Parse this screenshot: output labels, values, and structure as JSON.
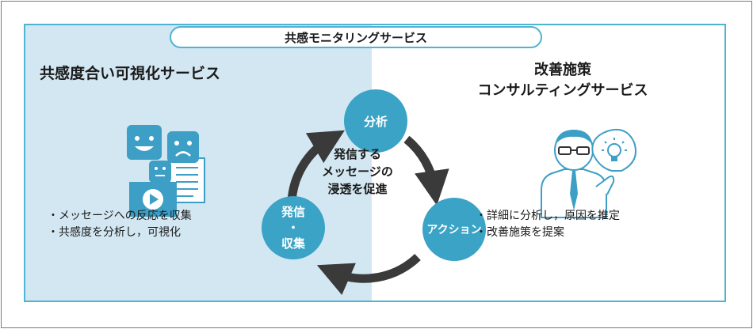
{
  "header": {
    "title": "共感モニタリングサービス"
  },
  "left": {
    "title": "共感度合い可視化サービス",
    "bullets": [
      "メッセージへの反応を収集",
      "共感度を分析し，可視化"
    ]
  },
  "right": {
    "title_line1": "改善施策",
    "title_line2": "コンサルティングサービス",
    "bullets": [
      "詳細に分析し，原因を推定",
      "改善施策を提案"
    ]
  },
  "cycle": {
    "nodes": {
      "analysis": "分析",
      "action": "アクション",
      "send_line1": "発信",
      "send_line2": "・",
      "send_line3": "収集"
    },
    "center_lines": [
      "発信する",
      "メッセージの",
      "浸透を促進"
    ]
  },
  "colors": {
    "accent": "#4fb3d1",
    "left_bg": "#d3e7f2",
    "node": "#3aa3c6",
    "arrow": "#3a3a3a",
    "icon_blue": "#3d9fc6"
  },
  "icons": [
    "smiley-face-icon",
    "sad-face-icon",
    "neutral-face-icon",
    "video-play-icon",
    "document-icon",
    "consultant-icon",
    "lightbulb-icon"
  ]
}
